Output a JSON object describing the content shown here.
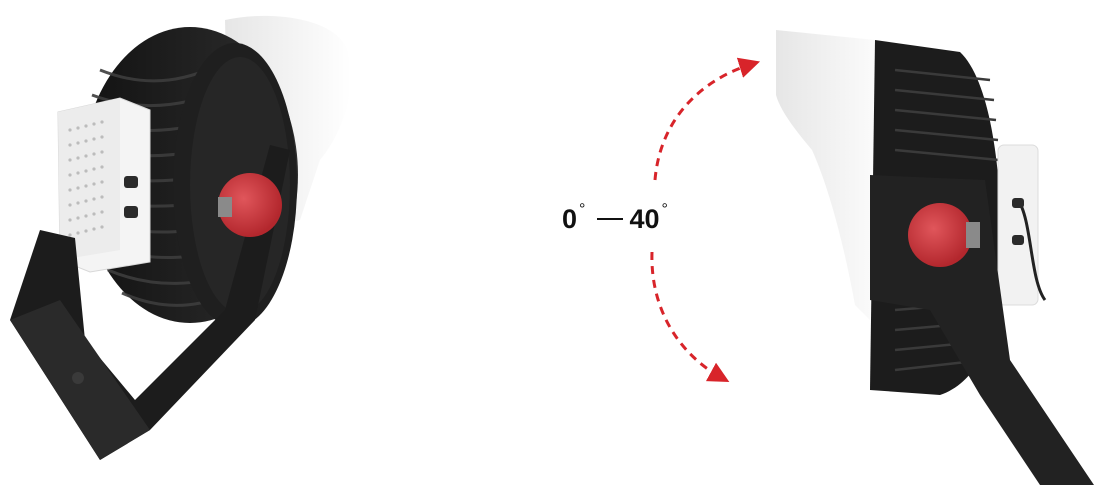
{
  "angle": {
    "min": "0",
    "max": "40",
    "degree_symbol": "°"
  },
  "colors": {
    "housing": "#1b1b1b",
    "fins": "#2a2a2a",
    "knob": "#c9343a",
    "white_body": "#f2f2f2",
    "arrow": "#d8242a"
  },
  "icons": {
    "left_product": "floodlight-three-quarter-view",
    "right_product": "floodlight-side-view",
    "arc": "tilt-range-arrow"
  }
}
